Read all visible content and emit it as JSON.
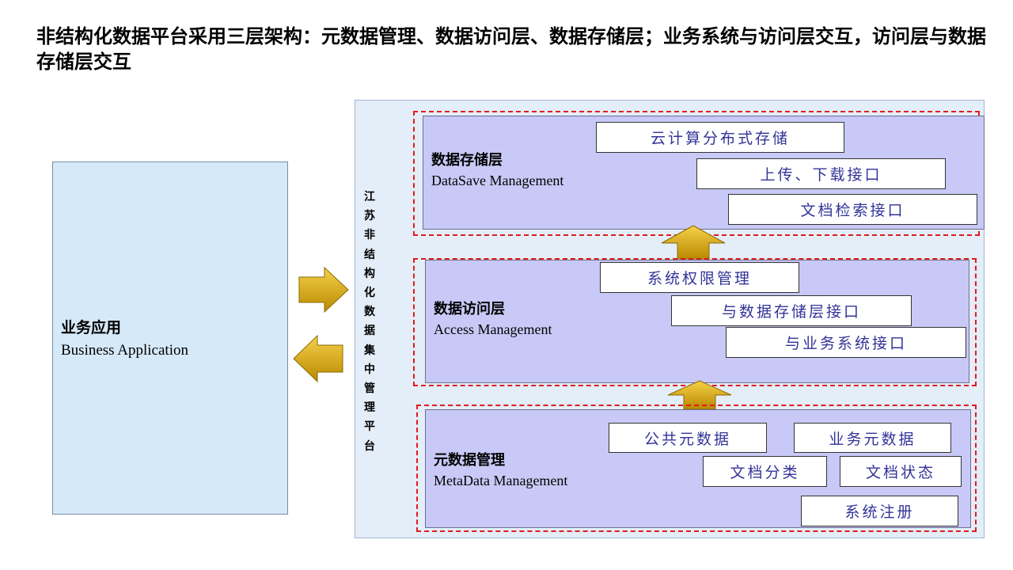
{
  "title": "非结构化数据平台采用三层架构：元数据管理、数据访问层、数据存储层；业务系统与访问层交互，访问层与数据存储层交互",
  "business": {
    "label_zh": "业务应用",
    "label_en": "Business Application"
  },
  "platform": {
    "vertical_label": [
      "江",
      "苏",
      "非",
      "结",
      "构",
      "化",
      "数",
      "据",
      "集",
      "中",
      "管",
      "理",
      "平",
      "台"
    ]
  },
  "storage_layer": {
    "label_zh": "数据存储层",
    "label_en": "DataSave Management",
    "boxes": [
      "云计算分布式存储",
      "上传、下载接口",
      "文档检索接口"
    ]
  },
  "access_layer": {
    "label_zh": "数据访问层",
    "label_en": "Access Management",
    "boxes": [
      "系统权限管理",
      "与数据存储层接口",
      "与业务系统接口"
    ]
  },
  "metadata_layer": {
    "label_zh": "元数据管理",
    "label_en": "MetaData Management",
    "boxes": [
      "公共元数据",
      "业务元数据",
      "文档分类",
      "文档状态",
      "系统注册"
    ]
  },
  "colors": {
    "arrow": "#e0ad00",
    "dash": "#e01b1b",
    "layer_fill": "#c9c9f7",
    "box_text": "#333399"
  }
}
